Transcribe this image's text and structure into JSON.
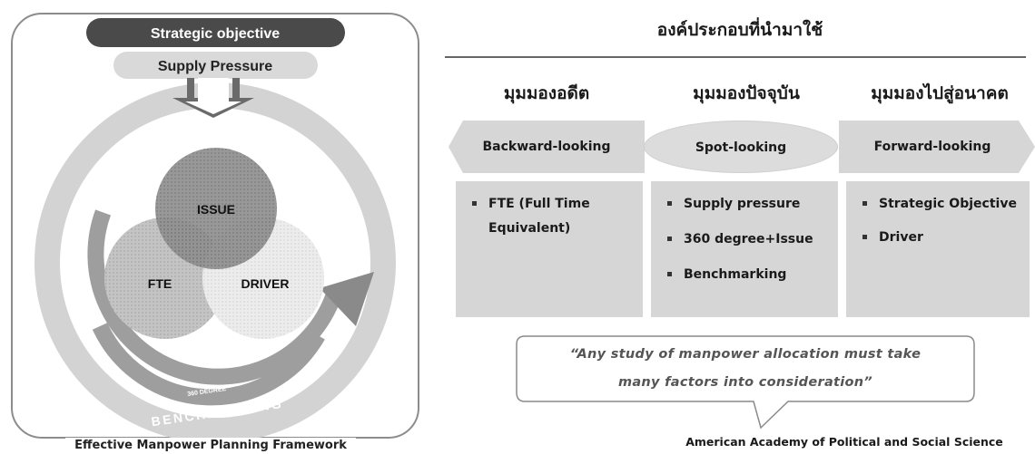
{
  "framework": {
    "objective_label": "Strategic objective",
    "supply_label": "Supply Pressure",
    "circles": {
      "issue": "ISSUE",
      "fte": "FTE",
      "driver": "DRIVER"
    },
    "degree_label": "360 DEGREE",
    "ring_label": "BENCHMARKING",
    "caption": "Effective Manpower Planning Framework",
    "colors": {
      "objective_bar": "#4a4a4a",
      "supply_bar": "#d9d9d9",
      "ring": "#cfcfcf",
      "arrow": "#7a7a7a",
      "issue_circle": "#8a8a8a",
      "fte_circle": "#bdbdbd",
      "driver_circle": "#e6e6e6"
    }
  },
  "components": {
    "title": "องค์ประกอบที่นำมาใช้",
    "columns": [
      {
        "heading": "มุมมองอดีต",
        "shape_label": "Backward-looking",
        "items": [
          "FTE (Full Time Equivalent)"
        ]
      },
      {
        "heading": "มุมมองปัจจุบัน",
        "shape_label": "Spot-looking",
        "items": [
          "Supply pressure",
          "360 degree+Issue",
          "Benchmarking"
        ]
      },
      {
        "heading": "มุมมองไปสู่อนาคต",
        "shape_label": "Forward-looking",
        "items": [
          "Strategic Objective",
          "Driver"
        ]
      }
    ],
    "quote": {
      "line1": "“Any study of manpower allocation must take",
      "line2": "many factors into consideration”"
    },
    "source": "American Academy of Political and Social Science"
  }
}
